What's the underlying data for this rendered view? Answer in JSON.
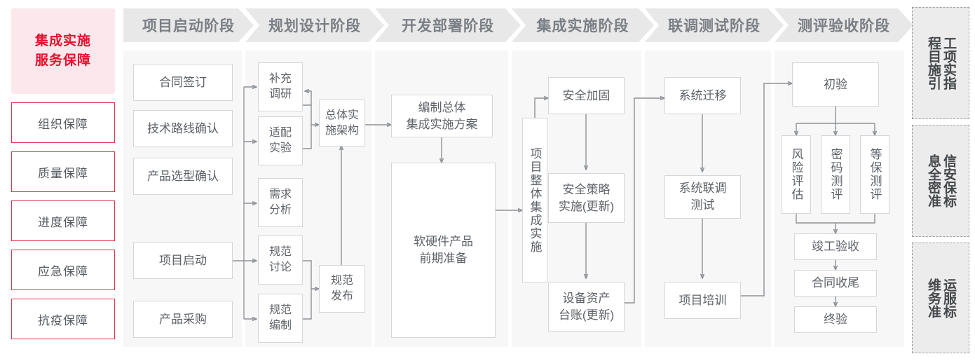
{
  "rail": {
    "title": "集成实施\n服务保障",
    "title_lines": [
      "集成实施",
      "服务保障"
    ],
    "items": [
      {
        "label": "组织保障"
      },
      {
        "label": "质量保障"
      },
      {
        "label": "进度保障"
      },
      {
        "label": "应急保障"
      },
      {
        "label": "抗疫保障"
      }
    ]
  },
  "phases": [
    {
      "id": "startup",
      "header": "项目启动阶段",
      "boxes": [
        "合同签订",
        "技术路线确认",
        "产品选型确认",
        "项目启动",
        "产品采购"
      ]
    },
    {
      "id": "planning",
      "header": "规划设计阶段",
      "boxes": [
        "补充调研",
        "适配实验",
        "需求分析",
        "规范讨论",
        "规范编制",
        "总体实施架构",
        "规范发布"
      ]
    },
    {
      "id": "develop",
      "header": "开发部署阶段",
      "boxes": [
        "编制总体集成实施方案",
        "软硬件产品前期准备"
      ]
    },
    {
      "id": "integration",
      "header": "集成实施阶段",
      "boxes": [
        "项目整体集成实施",
        "安全加固",
        "安全策略实施(更新)",
        "设备资产台账(更新)"
      ]
    },
    {
      "id": "jointtest",
      "header": "联调测试阶段",
      "boxes": [
        "系统迁移",
        "系统联调测试",
        "项目培训"
      ]
    },
    {
      "id": "acceptance",
      "header": "测评验收阶段",
      "boxes": [
        "初验",
        "风险评估",
        "密码测评",
        "等保测评",
        "竣工验收",
        "合同收尾",
        "终验"
      ]
    }
  ],
  "labels": {
    "startup_b1": "合同签订",
    "startup_b2": "技术路线确认",
    "startup_b3": "产品选型确认",
    "startup_b4": "项目启动",
    "startup_b5": "产品采购",
    "plan_b1_l1": "补充",
    "plan_b1_l2": "调研",
    "plan_b2_l1": "适配",
    "plan_b2_l2": "实验",
    "plan_b3_l1": "需求",
    "plan_b3_l2": "分析",
    "plan_b4_l1": "规范",
    "plan_b4_l2": "讨论",
    "plan_b5_l1": "规范",
    "plan_b5_l2": "编制",
    "plan_arch_l1": "总体实",
    "plan_arch_l2": "施架构",
    "plan_pub_l1": "规范",
    "plan_pub_l2": "发布",
    "dev_b1_l1": "编制总体",
    "dev_b1_l2": "集成实施方案",
    "dev_b2_l1": "软硬件产品",
    "dev_b2_l2": "前期准备",
    "int_main": "项目整体集成实施",
    "int_b1": "安全加固",
    "int_b2_l1": "安全策略",
    "int_b2_l2": "实施(更新)",
    "int_b3_l1": "设备资产",
    "int_b3_l2": "台账(更新)",
    "jt_b1": "系统迁移",
    "jt_b2_l1": "系统联调",
    "jt_b2_l2": "测试",
    "jt_b3": "项目培训",
    "acc_b1": "初验",
    "acc_r1": "风险评估",
    "acc_r2": "密码测评",
    "acc_r3": "等保测评",
    "acc_b2": "竣工验收",
    "acc_b3": "合同收尾",
    "acc_b4": "终验"
  },
  "standards": [
    {
      "right": "工程项目实施指引",
      "col_a": "工项实指",
      "col_b": "程目施引"
    },
    {
      "right": "信息安全保密标准",
      "col_a": "信安保标",
      "col_b": "息全密准"
    },
    {
      "right": "运维服务标准",
      "col_a": "运服标",
      "col_b": "维务准"
    }
  ],
  "colors": {
    "brand_red": "#e60f2e",
    "rail_pink": "#fce8ec",
    "rail_border": "#e0324c",
    "panel_bg": "#f7f7f7",
    "header_bg": "#e8e8e8",
    "header_text": "#7a7f86",
    "box_border": "#d3d6da",
    "box_text": "#5d6268",
    "wire": "#8d9196",
    "std_bg": "#ececec",
    "std_border": "#9aa0a6"
  }
}
